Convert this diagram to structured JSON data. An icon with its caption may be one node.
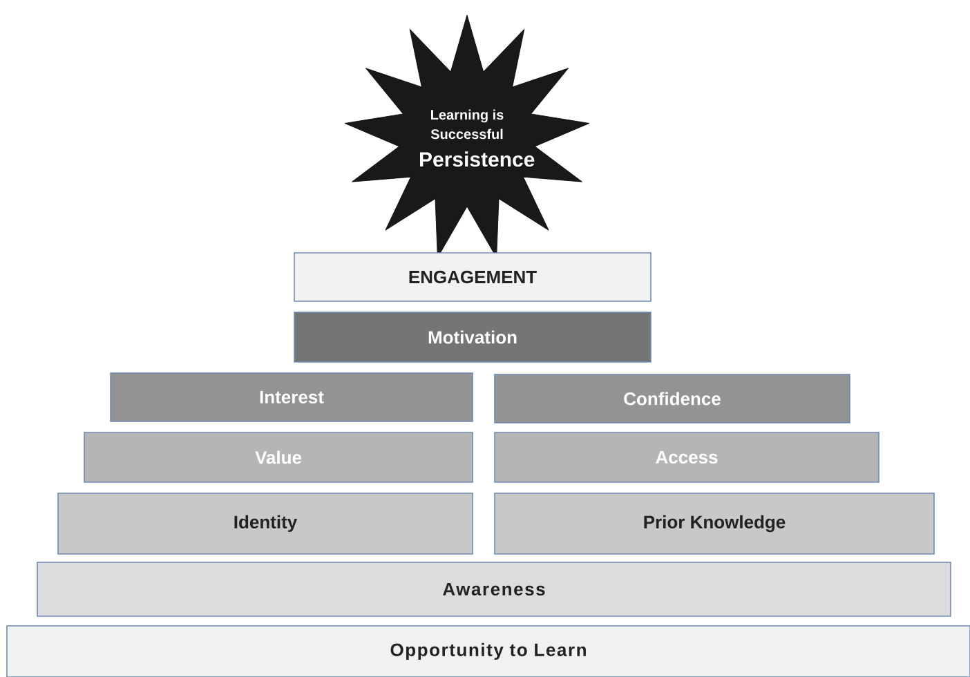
{
  "diagram": {
    "nodes": [
      {
        "text": [
          "Learning is Successful",
          "Persistence"
        ]
      },
      {
        "text": [
          "ENGAGEMENT"
        ]
      },
      {
        "text": [
          "Motivation"
        ]
      },
      {
        "text": [
          "Interest"
        ]
      },
      {
        "text": [
          "Confidence"
        ]
      },
      {
        "text": [
          "Value"
        ]
      },
      {
        "text": [
          "Access"
        ]
      },
      {
        "text": [
          "Identity"
        ]
      },
      {
        "text": [
          "Prior Knowledge"
        ]
      },
      {
        "text": [
          "Awareness"
        ]
      },
      {
        "text": [
          "Opportunity to Learn"
        ]
      }
    ]
  }
}
